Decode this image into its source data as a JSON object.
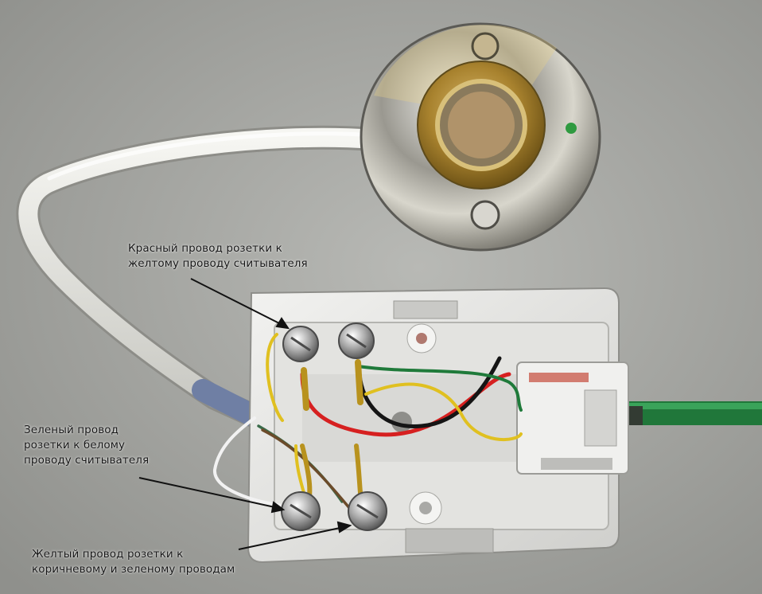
{
  "photo": {
    "subject": "door-reader-wiring-photo",
    "colors": {
      "background": "#a9aaa6",
      "cable_white": "#e6e6e0",
      "wire_red": "#d62020",
      "wire_yellow": "#e0c020",
      "wire_green": "#1f7a3a",
      "wire_black": "#151515",
      "wire_white": "#f2f2f2",
      "brass": "#c9a24a",
      "chrome": "#cfcfcf"
    }
  },
  "annotations": {
    "red_wire": {
      "line1": "Красный провод розетки к",
      "line2": "желтому проводу считывателя"
    },
    "green_wire": {
      "line1": "Зеленый провод",
      "line2": "розетки к белому",
      "line3": "проводу считывателя"
    },
    "yellow_wire": {
      "line1": "Желтый провод розетки к",
      "line2": "коричневому и зеленому проводам"
    }
  }
}
